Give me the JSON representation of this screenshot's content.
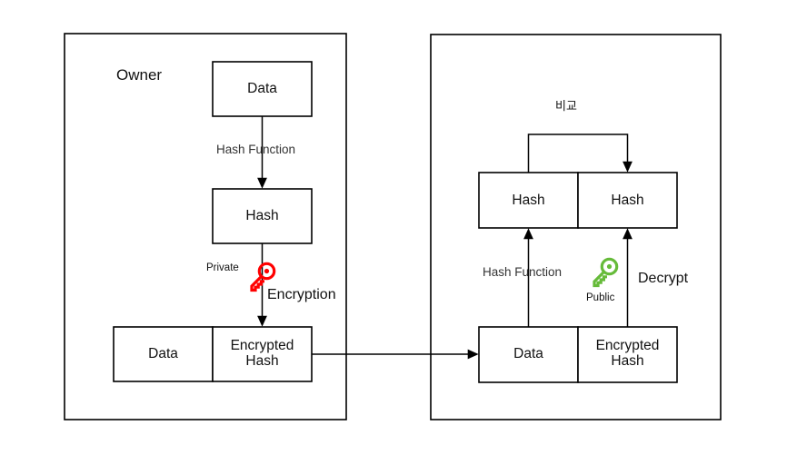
{
  "diagram": {
    "title_left": "Owner",
    "korean_compare": "비교",
    "labels": {
      "data": "Data",
      "hash": "Hash",
      "encrypted_hash": "Encrypted\nHash",
      "hash_function": "Hash Function",
      "encryption": "Encryption",
      "decrypt": "Decrypt",
      "private": "Private",
      "public": "Public"
    },
    "left_panel": {
      "name": "Owner",
      "data_box": "Data",
      "hash_box": "Hash",
      "edge_hash_function": "Hash Function",
      "edge_encryption": "Encryption",
      "key_label": "Private",
      "key_color": "#ff0000",
      "packet_left_cell": "Data",
      "packet_right_cell": "Encrypted\nHash"
    },
    "right_panel": {
      "compare_label": "비교",
      "hash_box_left": "Hash",
      "hash_box_right": "Hash",
      "edge_hash_function": "Hash Function",
      "edge_decrypt": "Decrypt",
      "key_label": "Public",
      "key_color": "#66bb3a",
      "packet_left_cell": "Data",
      "packet_right_cell": "Encrypted\nHash"
    },
    "colors": {
      "stroke": "#000000",
      "background": "#ffffff",
      "private_key": "#ff0000",
      "public_key": "#66bb3a",
      "text": "#111111",
      "edge_text": "#333333"
    }
  }
}
